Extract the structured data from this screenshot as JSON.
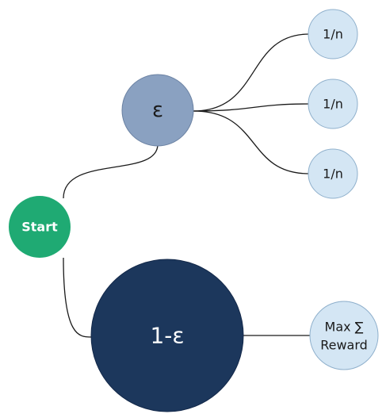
{
  "nodes": {
    "start": {
      "label": "Start",
      "color": "#1faa73",
      "text_color": "#ffffff"
    },
    "epsilon": {
      "label": "ε",
      "color": "#8aa1c1",
      "text_color": "#1a1a1a"
    },
    "one_minus_epsilon": {
      "label": "1-ε",
      "color": "#1c375c",
      "text_color": "#ffffff"
    },
    "random_arms": [
      {
        "label": "1/n"
      },
      {
        "label": "1/n"
      },
      {
        "label": "1/n"
      }
    ],
    "max_reward": {
      "line1": "Max ∑",
      "line2": "Reward"
    },
    "leaf_color": "#d4e6f4",
    "leaf_stroke": "#8fb0cc",
    "leaf_text_color": "#1a1a1a"
  }
}
